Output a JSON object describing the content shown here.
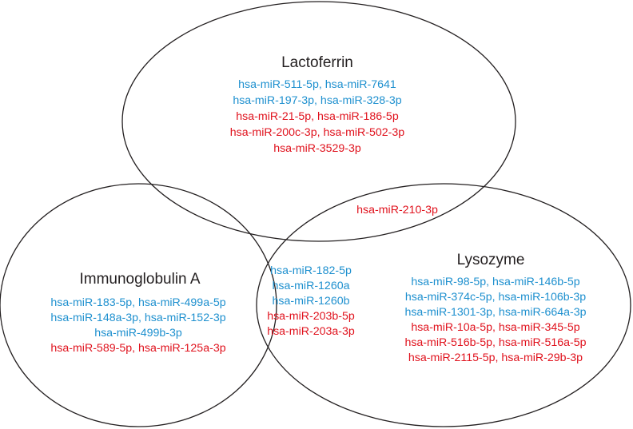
{
  "colors": {
    "blue": "#1e90cf",
    "red": "#e0121d",
    "outline": "#231f20"
  },
  "sets": {
    "lactoferrin": {
      "label": "Lactoferrin",
      "lines": [
        {
          "text": "hsa-miR-511-5p, hsa-miR-7641",
          "color": "blue"
        },
        {
          "text": "hsa-miR-197-3p, hsa-miR-328-3p",
          "color": "blue"
        },
        {
          "text": "hsa-miR-21-5p, hsa-miR-186-5p",
          "color": "red"
        },
        {
          "text": "hsa-miR-200c-3p, hsa-miR-502-3p",
          "color": "red"
        },
        {
          "text": "hsa-miR-3529-3p",
          "color": "red"
        }
      ]
    },
    "immunoglobulin_a": {
      "label": "Immunoglobulin A",
      "lines": [
        {
          "text": "hsa-miR-183-5p, hsa-miR-499a-5p",
          "color": "blue"
        },
        {
          "text": "hsa-miR-148a-3p, hsa-miR-152-3p",
          "color": "blue"
        },
        {
          "text": "hsa-miR-499b-3p",
          "color": "blue"
        },
        {
          "text": "hsa-miR-589-5p, hsa-miR-125a-3p",
          "color": "red"
        }
      ]
    },
    "lysozyme": {
      "label": "Lysozyme",
      "lines": [
        {
          "text": "hsa-miR-98-5p, hsa-miR-146b-5p",
          "color": "blue"
        },
        {
          "text": "hsa-miR-374c-5p, hsa-miR-106b-3p",
          "color": "blue"
        },
        {
          "text": "hsa-miR-1301-3p, hsa-miR-664a-3p",
          "color": "blue"
        },
        {
          "text": "hsa-miR-10a-5p, hsa-miR-345-5p",
          "color": "red"
        },
        {
          "text": "hsa-miR-516b-5p, hsa-miR-516a-5p",
          "color": "red"
        },
        {
          "text": "hsa-miR-2115-5p, hsa-miR-29b-3p",
          "color": "red"
        }
      ]
    }
  },
  "intersections": {
    "lactoferrin_lysozyme": {
      "lines": [
        {
          "text": "hsa-miR-210-3p",
          "color": "red"
        }
      ]
    },
    "immunoglobulin_a_lysozyme": {
      "lines": [
        {
          "text": "hsa-miR-182-5p",
          "color": "blue"
        },
        {
          "text": "hsa-miR-1260a",
          "color": "blue"
        },
        {
          "text": "hsa-miR-1260b",
          "color": "blue"
        },
        {
          "text": "hsa-miR-203b-5p",
          "color": "red"
        },
        {
          "text": "hsa-miR-203a-3p",
          "color": "red"
        }
      ]
    }
  }
}
